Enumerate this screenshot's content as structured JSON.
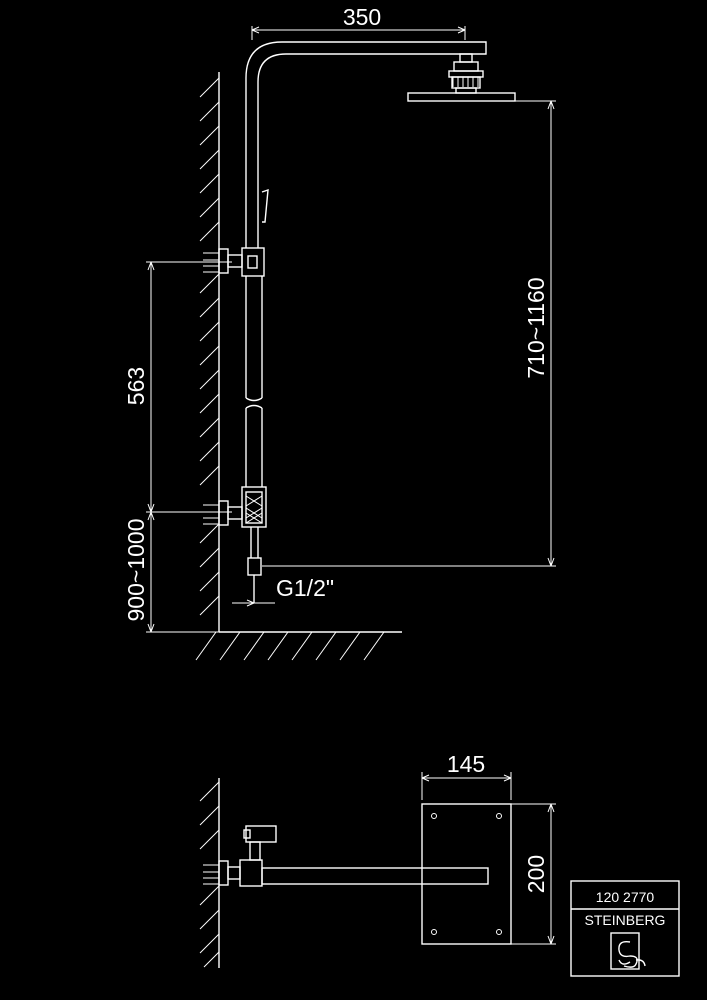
{
  "dimensions": {
    "arm_length": "350",
    "height_range": "710~1160",
    "bracket_spacing": "563",
    "mount_height": "900~1000",
    "connection": "G1/2\"",
    "plate_width": "145",
    "plate_height": "200"
  },
  "logo": {
    "article_number": "120 2770",
    "brand": "STEINBERG"
  },
  "colors": {
    "background": "#000000",
    "lines": "#ffffff"
  }
}
